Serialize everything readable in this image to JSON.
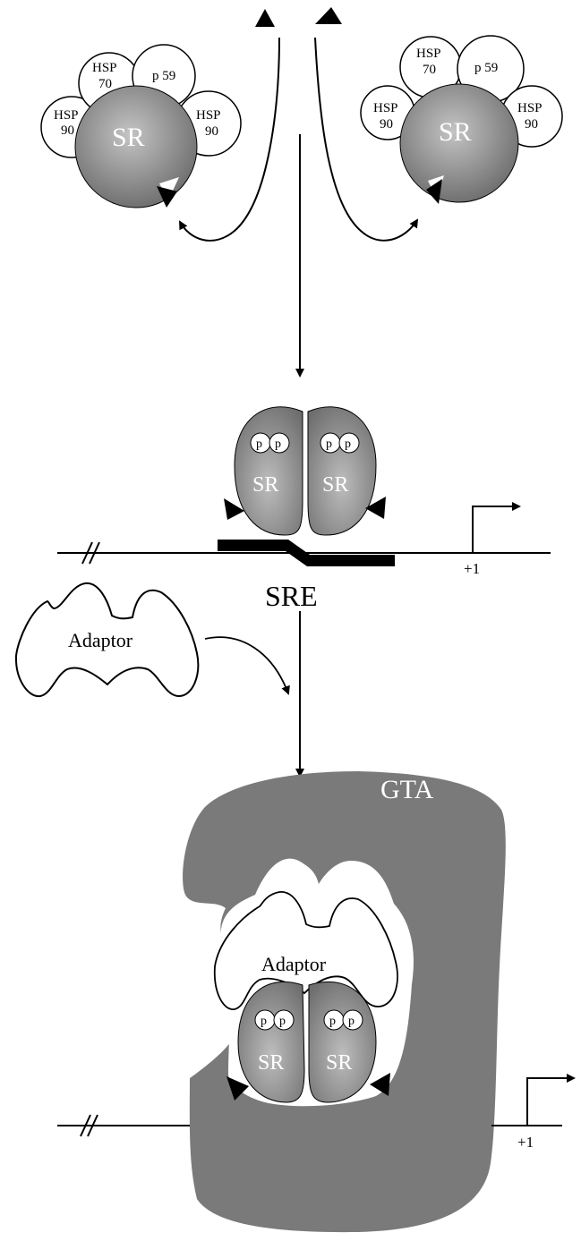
{
  "colors": {
    "ink": "#000000",
    "paper": "#ffffff",
    "sr_light": "#b8b8b8",
    "sr_dark": "#6e6e6e",
    "gta": "#7a7a7a"
  },
  "complex_left": {
    "hsp90_a": [
      "HSP",
      "90"
    ],
    "hsp70": [
      "HSP",
      "70"
    ],
    "p59": "p 59",
    "hsp90_b": [
      "HSP",
      "90"
    ],
    "sr": "SR"
  },
  "complex_right": {
    "hsp90_a": [
      "HSP",
      "90"
    ],
    "hsp70": [
      "HSP",
      "70"
    ],
    "p59": "p 59",
    "hsp90_b": [
      "HSP",
      "90"
    ],
    "sr": "SR"
  },
  "dimer": {
    "left_sr": "SR",
    "right_sr": "SR",
    "phospho": "p"
  },
  "dna": {
    "sre_label": "SRE",
    "tss_label": "+1"
  },
  "adaptor_free": "Adaptor",
  "final": {
    "gta_label": "GTA",
    "adaptor_label": "Adaptor",
    "left_sr": "SR",
    "right_sr": "SR",
    "phospho": "p",
    "tss_label": "+1"
  }
}
